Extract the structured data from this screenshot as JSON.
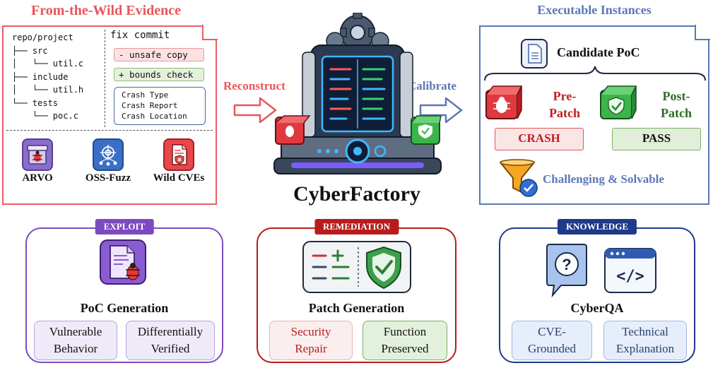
{
  "wild": {
    "title": "From-the-Wild Evidence",
    "tree": [
      "repo/project",
      "├── src",
      "│   └── util.c",
      "├── include",
      "│   └── util.h",
      "└── tests",
      "    └── poc.c"
    ],
    "fix_title": "fix commit",
    "minus": "- unsafe copy",
    "plus": "+ bounds check",
    "crash_lines": [
      "Crash Type",
      "Crash Report",
      "Crash Location"
    ],
    "sources": [
      "ARVO",
      "OSS-Fuzz",
      "Wild CVEs"
    ]
  },
  "arrows": {
    "reconstruct": "Reconstruct",
    "calibrate": "Calibrate"
  },
  "factory": {
    "title": "CyberFactory"
  },
  "exec": {
    "title": "Executable Instances",
    "candidate": "Candidate PoC",
    "pre": [
      "Pre-",
      "Patch"
    ],
    "post": [
      "Post-",
      "Patch"
    ],
    "crash": "CRASH",
    "pass": "PASS",
    "challenge": "Challenging & Solvable"
  },
  "cards": {
    "exploit": {
      "badge": "EXPLOIT",
      "title": "PoC Generation",
      "pills": [
        [
          "Vulnerable",
          "Behavior"
        ],
        [
          "Differentially",
          "Verified"
        ]
      ]
    },
    "remediation": {
      "badge": "REMEDIATION",
      "title": "Patch Generation",
      "pills": [
        [
          "Security",
          "Repair"
        ],
        [
          "Function",
          "Preserved"
        ]
      ]
    },
    "knowledge": {
      "badge": "KNOWLEDGE",
      "title": "CyberQA",
      "pills": [
        [
          "CVE-",
          "Grounded"
        ],
        [
          "Technical",
          "Explanation"
        ]
      ]
    }
  },
  "colors": {
    "red": "#ea5e62",
    "blue": "#5c78b5",
    "purple": "#7c4ac0",
    "darkred": "#b71c1c",
    "navy": "#1f3a8a"
  }
}
